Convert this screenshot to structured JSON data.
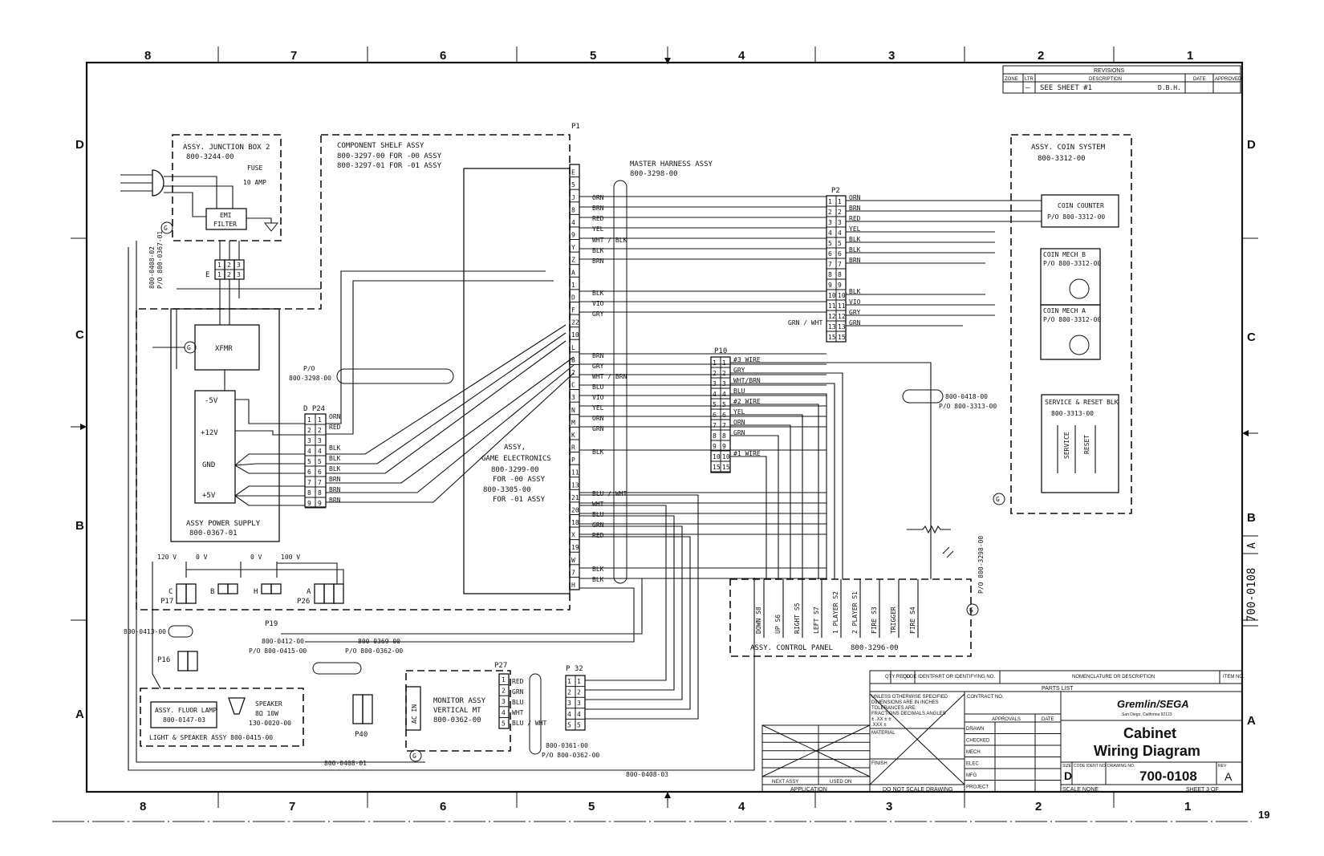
{
  "zones": {
    "columns": [
      "8",
      "7",
      "6",
      "5",
      "4",
      "3",
      "2",
      "1"
    ],
    "rows": [
      "D",
      "C",
      "B",
      "A"
    ]
  },
  "revisions": {
    "title": "REVISIONS",
    "headers": [
      "ZONE",
      "LTR",
      "DESCRIPTION",
      "DATE",
      "APPROVED"
    ],
    "row": {
      "ltr": "—",
      "description": "SEE SHEET #1",
      "initials": "D.B.H."
    }
  },
  "components": {
    "junction_box": {
      "line1": "ASSY. JUNCTION BOX 2",
      "line2": "800-3244-00",
      "fuse": "FUSE",
      "fuse_rating": "10 AMP",
      "emi1": "EMI",
      "emi2": "FILTER"
    },
    "component_shelf": {
      "line1": "COMPONENT SHELF ASSY",
      "line2": "800-3297-00 FOR -00 ASSY",
      "line3": "800-3297-01 FOR -01 ASSY"
    },
    "master_harness": {
      "line1": "MASTER HARNESS ASSY",
      "line2": "800-3298-00"
    },
    "coin_system": {
      "line1": "ASSY. COIN SYSTEM",
      "line2": "800-3312-00"
    },
    "coin_counter": {
      "line1": "COIN COUNTER",
      "line2": "P/O 800-3312-00"
    },
    "coin_mech_b": {
      "line1": "COIN MECH B",
      "line2": "P/O 800-3312-00"
    },
    "coin_mech_a": {
      "line1": "COIN MECH A",
      "line2": "P/O 800-3312-00"
    },
    "service_reset": {
      "line1": "SERVICE & RESET BLK",
      "line2": "800-3313-00",
      "sw1": "SERVICE",
      "sw2": "RESET"
    },
    "xfmr": "XFMR",
    "power_supply": {
      "line1": "ASSY POWER SUPPLY",
      "line2": "800-0367-01",
      "v1": "-5V",
      "v2": "+12V",
      "v3": "GND",
      "v4": "+5V"
    },
    "game_electronics": {
      "line1": "ASSY,",
      "line2": "GAME ELECTRONICS",
      "line3": "800-3299-00",
      "line4": "FOR -00 ASSY",
      "line5": "800-3305-00",
      "line6": "FOR -01 ASSY"
    },
    "control_panel": {
      "label": "ASSY. CONTROL PANEL",
      "part": "800-3296-00",
      "switches": [
        "DOWN S8",
        "UP S6",
        "RIGHT S5",
        "LEFT S7",
        "1 PLAYER S2",
        "2 PLAYER S1",
        "FIRE S3",
        "TRIGGER",
        "FIRE S4"
      ]
    },
    "monitor": {
      "line1": "MONITOR ASSY",
      "line2": "VERTICAL MT",
      "line3": "800-0362-00",
      "ac_in": "AC IN"
    },
    "light_speaker": {
      "lamp1": "ASSY. FLUOR LAMP",
      "lamp2": "800-0147-03",
      "spk1": "SPEAKER",
      "spk2": "8Ω 10W",
      "spk3": "130-0020-00",
      "assy": "LIGHT & SPEAKER ASSY 800-0415-00"
    }
  },
  "connectors": {
    "P1": "P1",
    "P2": "P2",
    "P10": "P10",
    "P24": "D P24",
    "P27": "P27",
    "P32": "P 32",
    "P17": "P17",
    "P26": "P26",
    "P16": "P16",
    "P19": "P19",
    "P40": "P40",
    "E": "E",
    "C": "C",
    "B": "B",
    "H": "H",
    "A": "A",
    "p1_pins": [
      "E",
      "5",
      "J",
      "8",
      "4",
      "9",
      "Y",
      "Z",
      "A",
      "1",
      "D",
      "F",
      "22",
      "10",
      "L",
      "B",
      "2",
      "C",
      "3",
      "N",
      "M",
      "K",
      "R",
      "P",
      "11",
      "13",
      "21",
      "20",
      "18",
      "X",
      "19",
      "W",
      "7",
      "H"
    ],
    "p2_pins": [
      "1",
      "2",
      "3",
      "4",
      "5",
      "6",
      "7",
      "8",
      "9",
      "10",
      "11",
      "12",
      "13",
      "15"
    ],
    "p10_pins": [
      "1",
      "2",
      "3",
      "4",
      "5",
      "6",
      "7",
      "8",
      "9",
      "10",
      "15"
    ],
    "p24_pins": [
      "1",
      "2",
      "3",
      "4",
      "5",
      "6",
      "7",
      "8",
      "9"
    ]
  },
  "wire_labels": {
    "p1_left": [
      "ORN",
      "BRN",
      "RED",
      "YEL",
      "WHT / BLK",
      "BLK",
      "BRN",
      "BLK",
      "VIO",
      "GRY",
      "BRN",
      "GRY",
      "WHT / BRN",
      "BLU",
      "VIO",
      "YEL",
      "ORN",
      "GRN",
      "BLK",
      "BLU / WHT",
      "WHT",
      "BLU",
      "GRN",
      "RED",
      "BLK",
      "BLK"
    ],
    "p2_right": [
      "ORN",
      "BRN",
      "RED",
      "YEL",
      "BLK",
      "BLK",
      "BRN",
      "BLK",
      "VIO",
      "GRY",
      "GRN"
    ],
    "p2_grn_wht": "GRN / WHT",
    "p10_right": [
      "#3 WIRE",
      "GRY",
      "WHT/BRN",
      "BLU",
      "#2 WIRE",
      "YEL",
      "ORN",
      "GRN",
      "#1 WIRE"
    ],
    "p24_right": [
      "ORN",
      "RED",
      "BLK",
      "BLK",
      "BLK",
      "BRN",
      "BRN",
      "BRN"
    ],
    "p27_right": [
      "RED",
      "GRN",
      "BLU",
      "WHT",
      "BLU / WHT"
    ],
    "voltages": [
      "120 V",
      "0 V",
      "0 V",
      "100 V"
    ],
    "harness_po": [
      "P/O",
      "800-3298-00"
    ],
    "ref_413": "800-0413-00",
    "ref_412": [
      "800-0412-00",
      "P/O 800-0415-00"
    ],
    "ref_369": [
      "800-0369-00",
      "P/O 800-0362-00"
    ],
    "ref_361": [
      "800-0361-00",
      "P/O 800-0362-00"
    ],
    "ref_418": [
      "800-0418-00",
      "P/O 800-3313-00"
    ],
    "ref_408_01": "800-0408-01",
    "ref_408_02": [
      "800-0408-02",
      "P/O 800-0367-01"
    ],
    "ref_408_03": "800-0408-03",
    "ref_cp": "P/O 800-3298-00"
  },
  "title_block": {
    "company": "Gremlin/SEGA",
    "company_sub": "San Diego, California 92123",
    "title1": "Cabinet",
    "title2": "Wiring Diagram",
    "size_label": "SIZE",
    "size": "D",
    "code_label": "CODE IDENT NO.",
    "drawing_label": "DRAWING NO.",
    "drawing_no": "700-0108",
    "rev_label": "REV",
    "rev": "A",
    "scale": "SCALE NONE",
    "sheet": "SHEET 3 OF",
    "parts_list": "PARTS LIST",
    "pl_headers": [
      "QTY REQD",
      "CODE IDENT",
      "PART OR IDENTIFYING NO.",
      "NOMENCLATURE OR DESCRIPTION",
      "ITEM NO."
    ],
    "tol": [
      "UNLESS OTHERWISE SPECIFIED",
      "DIMENSIONS ARE IN INCHES",
      "TOLERANCES ARE:",
      "FRACTIONS  DECIMALS  ANGLES",
      "±   .XX ±   ±",
      "    .XXX ±"
    ],
    "material": "MATERIAL",
    "finish": "FINISH",
    "contract": "CONTRACT NO.",
    "approvals": "APPROVALS",
    "date": "DATE",
    "rows": [
      "DRAWN",
      "CHECKED",
      "MECH",
      "ELEC",
      "MFG",
      "PROJECT"
    ],
    "next_assy": "NEXT ASSY",
    "used_on": "USED ON",
    "application": "APPLICATION",
    "dnsd": "DO NOT SCALE DRAWING"
  },
  "side_number": "700-0108",
  "side_rev": "A",
  "corner": "19"
}
